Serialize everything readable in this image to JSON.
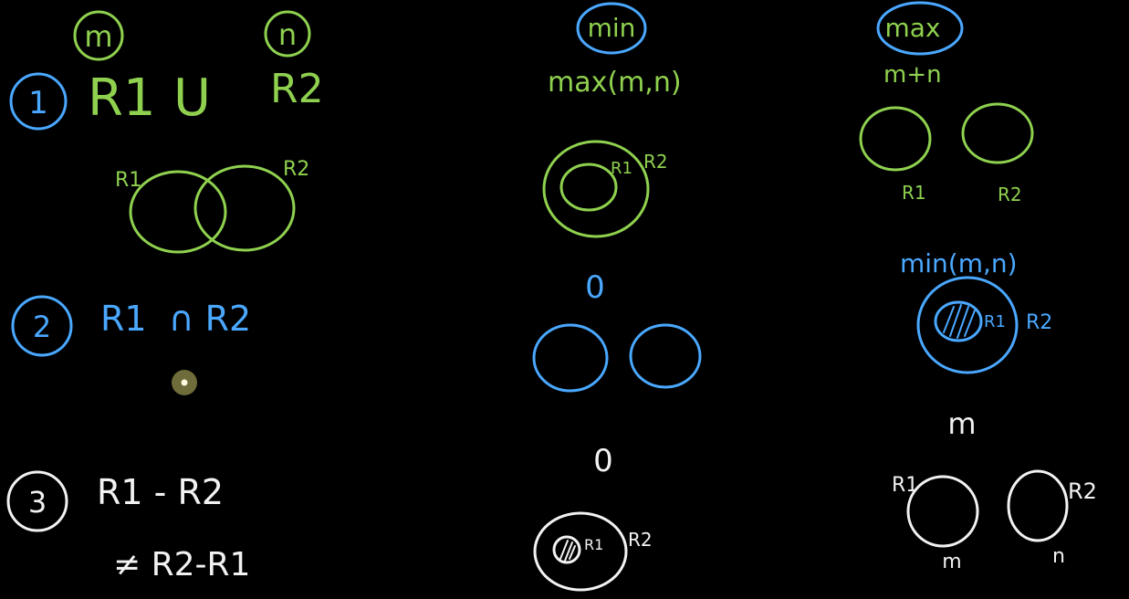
{
  "row1": {
    "set_m": "m",
    "set_n": "n",
    "num": "1",
    "expr_r1": "R1",
    "expr_op": "U",
    "expr_r2": "R2",
    "venn_r1": "R1",
    "venn_r2": "R2",
    "min_heading": "min",
    "min_formula": "max(m,n)",
    "min_inner": "R1",
    "min_outer": "R2",
    "max_heading": "max",
    "max_formula": "m+n",
    "max_left": "R1",
    "max_right": "R2"
  },
  "row2": {
    "num": "2",
    "expr": "R1  ∩ R2",
    "min_value": "0",
    "max_formula": "min(m,n)",
    "max_inner": "R1",
    "max_outer": "R2"
  },
  "row3": {
    "num": "3",
    "expr": "R1 - R2",
    "not_equal": "≠ R2-R1",
    "min_value": "0",
    "min_inner": "R1",
    "min_outer": "R2",
    "max_value": "m",
    "max_left": "R1",
    "max_right": "R2",
    "max_left_size": "m",
    "max_right_size": "n"
  },
  "colors": {
    "green": "#8fd14f",
    "blue": "#4aa8ff",
    "white": "#f2f2f2",
    "background": "#000000"
  }
}
